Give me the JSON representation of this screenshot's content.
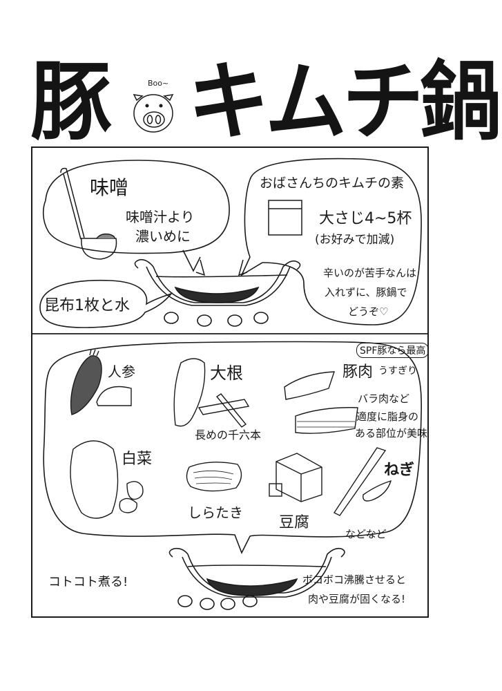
{
  "title": {
    "part1": "豚",
    "part2": "キムチ鍋",
    "pig_sound": "Boo~"
  },
  "top_panel": {
    "miso": {
      "label": "味噌",
      "note_line1": "味噌汁より",
      "note_line2": "濃いめに"
    },
    "kimchi_base": {
      "label": "おばさんちのキムチの素",
      "amount": "大さじ4~5杯",
      "adjust": "(お好みで加減)",
      "note_line1": "辛いのが苦手なんは",
      "note_line2": "入れずに、豚鍋で",
      "note_line3": "どうぞ♡"
    },
    "kombu": {
      "label": "昆布1枚と水"
    }
  },
  "bottom_panel": {
    "ingredients": [
      {
        "name": "人参"
      },
      {
        "name": "大根",
        "note": "長めの千六本"
      },
      {
        "name": "豚肉",
        "suffix": "うすぎり",
        "tag": "SPF豚なら最高",
        "note_line1": "バラ肉など",
        "note_line2": "適度に脂身の",
        "note_line3": "ある部位が美味"
      },
      {
        "name": "白菜"
      },
      {
        "name": "しらたき"
      },
      {
        "name": "豆腐"
      },
      {
        "name": "ねぎ"
      }
    ],
    "etc": "などなど",
    "simmer": "コトコト煮る!",
    "warning_line1": "ボコボコ沸騰させると",
    "warning_line2": "肉や豆腐が固くなる!"
  },
  "colors": {
    "ink": "#141414",
    "paper": "#ffffff"
  }
}
